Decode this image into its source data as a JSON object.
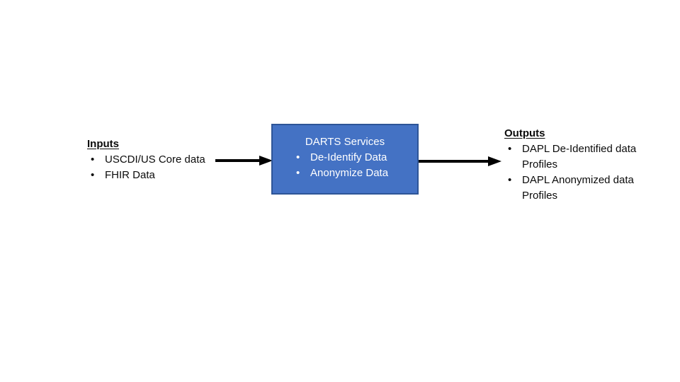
{
  "diagram": {
    "inputs": {
      "heading": "Inputs",
      "items": [
        "USCDI/US Core data",
        "FHIR Data"
      ]
    },
    "process": {
      "title": "DARTS Services",
      "items": [
        "De-Identify Data",
        "Anonymize Data"
      ],
      "fill_color": "#4472C4",
      "border_color": "#2E5597",
      "text_color": "#FFFFFF"
    },
    "outputs": {
      "heading": "Outputs",
      "items": [
        "DAPL De-Identified data Profiles",
        "DAPL Anonymized data Profiles"
      ]
    },
    "arrow_color": "#000000"
  }
}
